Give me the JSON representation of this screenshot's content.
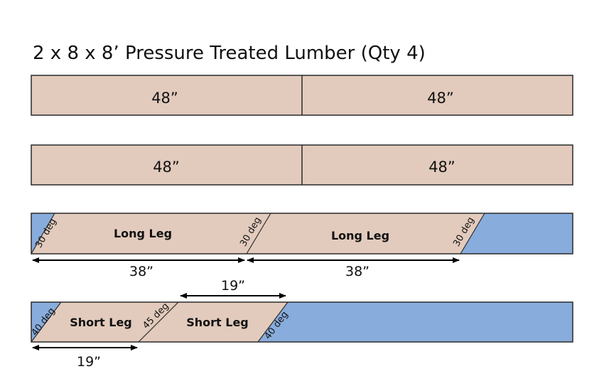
{
  "title": "2 x 8 x 8’ Pressure Treated Lumber (Qty 4)",
  "colors": {
    "lumber": "#e2cbbd",
    "waste": "#88acdc",
    "outline": "#2a2a2a",
    "text": "#111111"
  },
  "boards": [
    {
      "pieces": [
        {
          "label": "48”"
        },
        {
          "label": "48”"
        }
      ]
    },
    {
      "pieces": [
        {
          "label": "48”"
        },
        {
          "label": "48”"
        }
      ]
    },
    {
      "pieces": [
        {
          "label": "Long Leg"
        },
        {
          "label": "Long Leg"
        }
      ],
      "angle_labels": [
        "30 deg",
        "30 deg",
        "30 deg"
      ],
      "dimensions": [
        "38”",
        "38”"
      ]
    },
    {
      "pieces": [
        {
          "label": "Short Leg"
        },
        {
          "label": "Short Leg"
        }
      ],
      "angle_labels": [
        "40 deg",
        "45 deg",
        "40 deg"
      ],
      "dimensions": [
        "19”",
        "19”"
      ]
    }
  ]
}
